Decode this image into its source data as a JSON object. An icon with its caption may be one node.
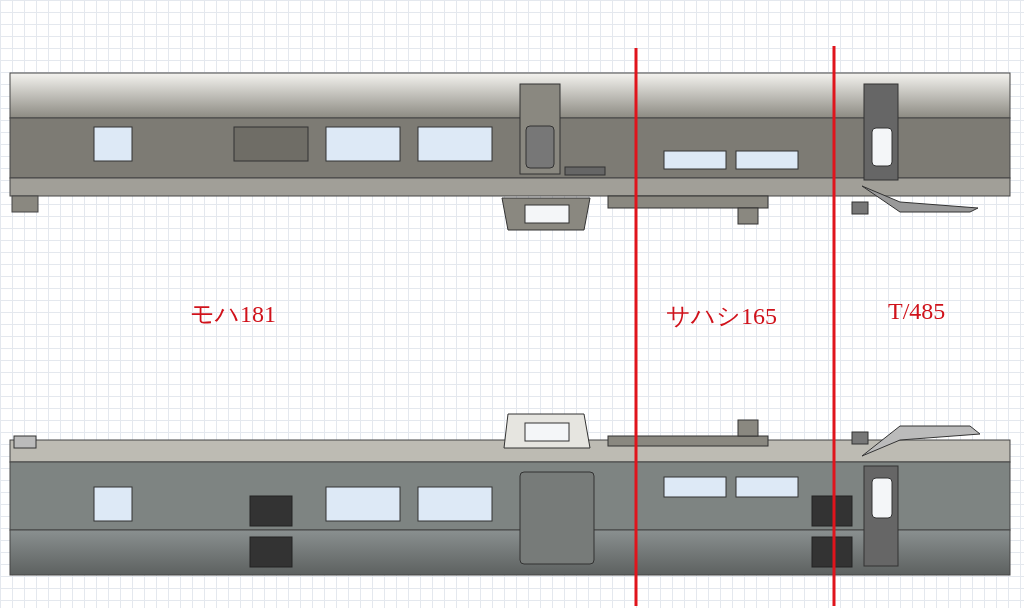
{
  "diagram": {
    "labels": [
      "モハ181",
      "サハシ165",
      "T/485"
    ]
  }
}
